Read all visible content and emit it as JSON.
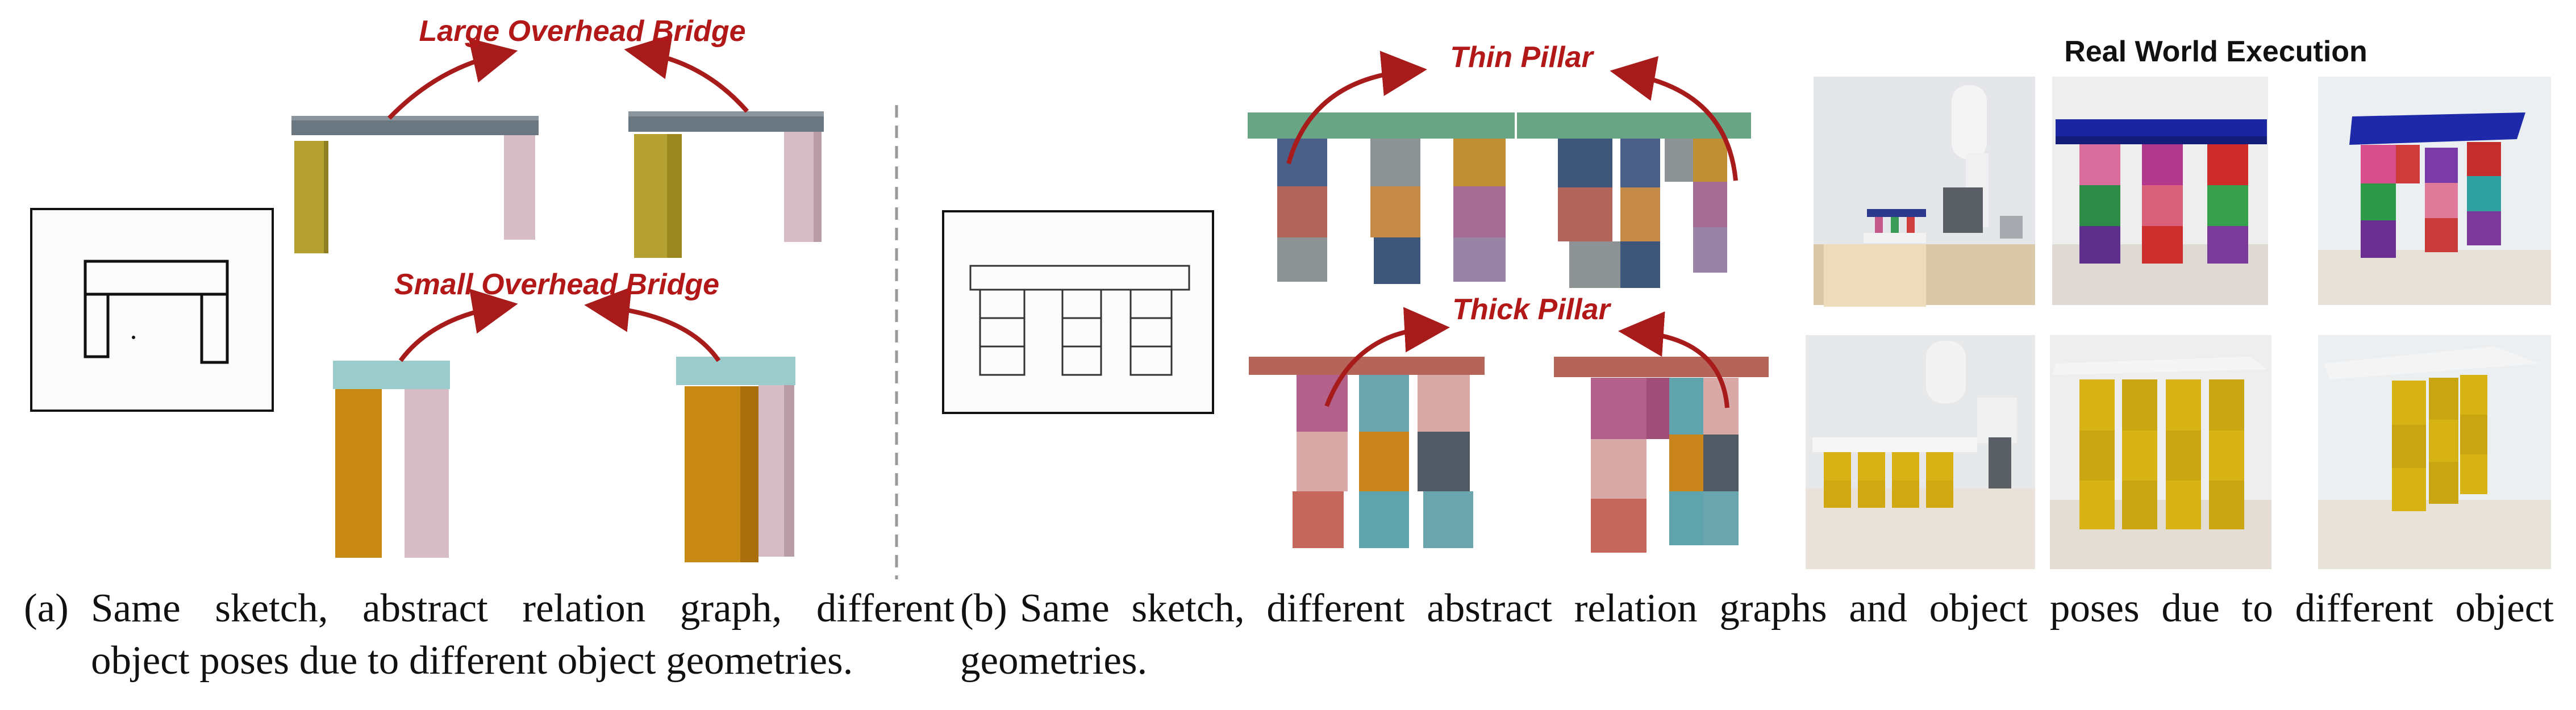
{
  "labels": {
    "large_bridge": "Large Overhead Bridge",
    "small_bridge": "Small Overhead Bridge",
    "thin_pillar": "Thin Pillar",
    "thick_pillar": "Thick Pillar",
    "real_world": "Real World Execution"
  },
  "captions": {
    "a_label": "(a)",
    "a_line1": "Same sketch, abstract relation graph, different",
    "a_line2": "object poses due to different object geometries.",
    "b_label": "(b)",
    "b_line1": "Same sketch, different abstract relation graphs and object poses due to different object",
    "b_line2": "geometries."
  },
  "colors": {
    "arrow": "#a81b1b",
    "label": "#b31818",
    "bridge_top_dark": "#6b7780",
    "bridge_top_light": "#9ccbcc",
    "mustard": "#b5a132",
    "pink": "#d6bcc4",
    "orange": "#c98a14",
    "green_top": "#69a584",
    "red_top": "#b46458"
  }
}
